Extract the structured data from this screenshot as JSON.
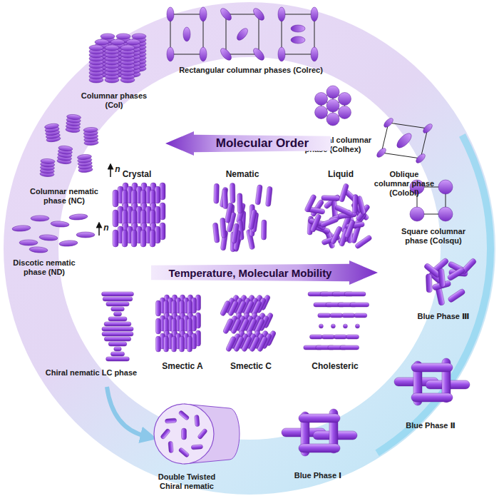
{
  "diagram": {
    "nodes": [
      {
        "text": [
          "Molecular Order"
        ]
      },
      {
        "text": [
          "Temperature, Molecular Mobility"
        ]
      }
    ],
    "labels": [
      "Columnar phases (Col)",
      "Rectangular columnar phases (Colrec)",
      "Hexagonal columnar phase (Colhex)",
      "Oblique columnar phase (Colobl)",
      "Square columnar phase (Colsqu)",
      "Columnar nematic phase (NC)",
      "n",
      "Discotic nematic phase (ND)",
      "n",
      "Crystal",
      "Nematic",
      "Liquid",
      "Smectic A",
      "Smectic C",
      "Cholesteric",
      "Chiral nematic LC phase",
      "Double Twisted Chiral nematic",
      "Blue Phase Ⅲ",
      "Blue Phase Ⅱ",
      "Blue Phase Ⅰ"
    ]
  }
}
